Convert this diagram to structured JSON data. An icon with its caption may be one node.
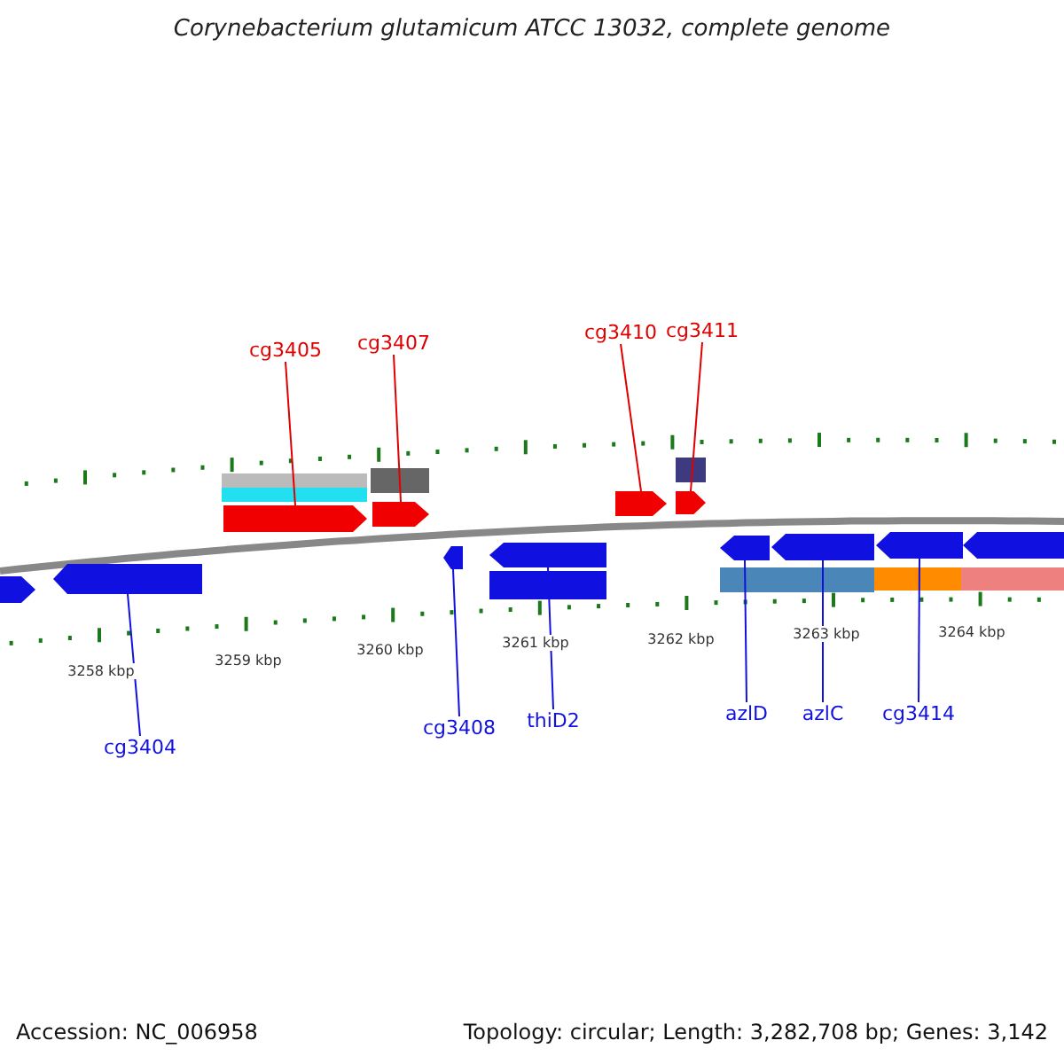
{
  "diagram": {
    "title": "Corynebacterium glutamicum ATCC 13032, complete genome",
    "nodes": [
      {
        "text": [
          "cg3405"
        ]
      },
      {
        "text": [
          "cg3407"
        ]
      },
      {
        "text": [
          "cg3410"
        ]
      },
      {
        "text": [
          "cg3411"
        ]
      },
      {
        "text": [
          "cg3404"
        ]
      },
      {
        "text": [
          "cg3408"
        ]
      },
      {
        "text": [
          "thiD2"
        ]
      },
      {
        "text": [
          "azlD"
        ]
      },
      {
        "text": [
          "azlC"
        ]
      },
      {
        "text": [
          "cg3414"
        ]
      },
      {
        "text": [],
        "shape": "arrow"
      },
      {
        "text": [],
        "shape": "arrow"
      },
      {
        "text": [],
        "shape": "arrow"
      },
      {
        "text": [],
        "shape": "arrow"
      },
      {
        "text": [],
        "shape": "arrow"
      },
      {
        "text": [],
        "shape": "arrow"
      },
      {
        "text": [],
        "shape": "arrow"
      },
      {
        "text": [],
        "shape": "arrow"
      },
      {
        "text": [],
        "shape": "arrow"
      },
      {
        "text": [],
        "shape": "arrow"
      }
    ],
    "edges": [
      {
        "from": 0,
        "to": 10,
        "arrow": "none",
        "color": "#e00000"
      },
      {
        "from": 1,
        "to": 11,
        "arrow": "none",
        "color": "#e00000"
      },
      {
        "from": 2,
        "to": 12,
        "arrow": "none",
        "color": "#e00000"
      },
      {
        "from": 3,
        "to": 13,
        "arrow": "none",
        "color": "#e00000"
      },
      {
        "from": 4,
        "to": 14,
        "arrow": "none"
      },
      {
        "from": 5,
        "to": 15,
        "arrow": "none"
      },
      {
        "from": 6,
        "to": 16,
        "arrow": "none"
      },
      {
        "from": 7,
        "to": 17,
        "arrow": "none"
      },
      {
        "from": 8,
        "to": 18,
        "arrow": "none"
      },
      {
        "from": 9,
        "to": 19,
        "arrow": "none"
      }
    ],
    "labels": [
      "3258 kbp",
      "3259 kbp",
      "3260 kbp",
      "3261 kbp",
      "3262 kbp",
      "3263 kbp",
      "3264 kbp",
      "Accession: NC_006958",
      "Topology: circular; Length: 3,282,708 bp; Genes: 3,142"
    ]
  }
}
